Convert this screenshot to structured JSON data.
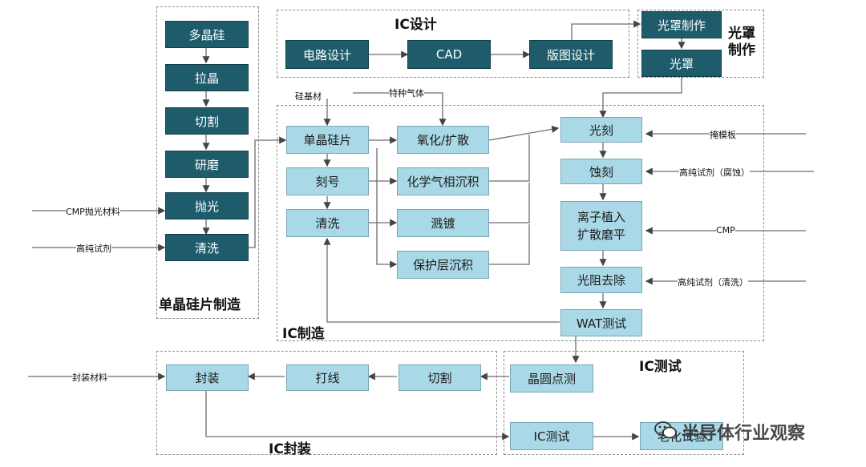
{
  "regions": {
    "wafer": "单晶硅片制造",
    "design": "IC设计",
    "mask": "光罩制作",
    "manufacturing": "IC制造",
    "packaging": "IC封装",
    "testing": "IC测试"
  },
  "wafer_steps": [
    "多晶硅",
    "拉晶",
    "切割",
    "研磨",
    "抛光",
    "清洗"
  ],
  "design_steps": [
    "电路设计",
    "CAD",
    "版图设计"
  ],
  "mask_steps": [
    "光罩制作",
    "光罩"
  ],
  "mfg_left": [
    "单晶硅片",
    "刻号",
    "清洗"
  ],
  "mfg_middle": [
    "氧化/扩散",
    "化学气相沉积",
    "溅镀",
    "保护层沉积"
  ],
  "mfg_right": [
    "光刻",
    "蚀刻",
    "离子植入\n扩散磨平",
    "光阻去除",
    "WAT测试"
  ],
  "pack_steps": [
    "封装",
    "打线",
    "切割"
  ],
  "test_steps": [
    "晶圆点测",
    "IC测试",
    "老化试验"
  ],
  "inputs": {
    "cmp_polish": "CMP抛光材料",
    "hp_reagent_wafer": "高纯试剂",
    "substrate": "硅基材",
    "special_gas": "特种气体",
    "mask_plate": "掩模板",
    "hp_reagent_etch": "高纯试剂（腐蚀）",
    "cmp": "CMP",
    "hp_reagent_clean": "高纯试剂（清洗）",
    "pack_material": "封装材料"
  },
  "watermark": "半导体行业观察",
  "colors": {
    "dark": "#1f5c6b",
    "light": "#a9d8e6",
    "line": "#6e6e6e"
  }
}
